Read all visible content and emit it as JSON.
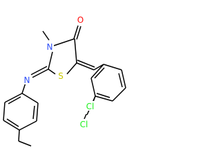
{
  "molecule": {
    "atoms": {
      "o": {
        "symbol": "O",
        "color": "#ff0d0d"
      },
      "n3": {
        "symbol": "N",
        "color": "#3050f8"
      },
      "s": {
        "symbol": "S",
        "color": "#c6c600"
      },
      "n_imine": {
        "symbol": "N",
        "color": "#3050f8"
      },
      "cl_upper": {
        "symbol": "Cl",
        "color": "#1ff01f"
      },
      "cl_lower": {
        "symbol": "Cl",
        "color": "#1ff01f"
      }
    },
    "bond_color": "#000000",
    "background": "#ffffff"
  }
}
